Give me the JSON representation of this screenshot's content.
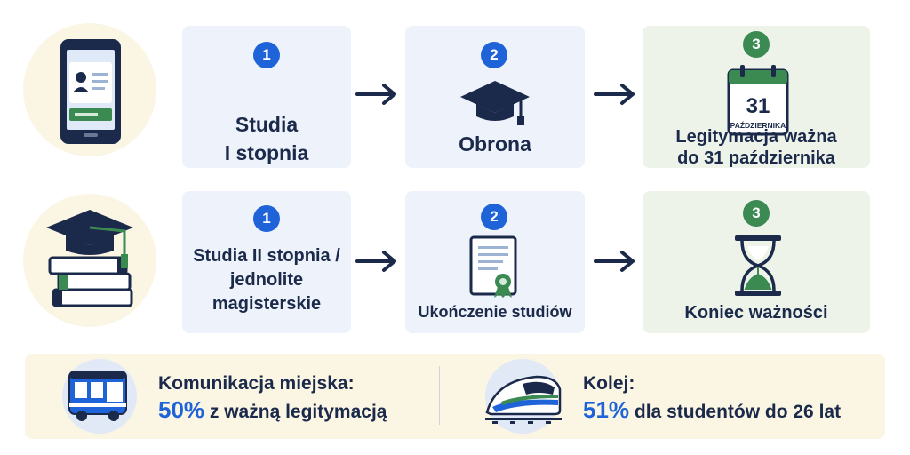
{
  "row1": {
    "step1": {
      "number": "1",
      "title_line1": "Studia",
      "title_line2": "I stopnia"
    },
    "step2": {
      "number": "2",
      "title": "Obrona"
    },
    "step3": {
      "number": "3",
      "title_line1": "Legitymacja ważna",
      "title_line2": "do 31 października",
      "calendar_day": "31",
      "calendar_month": "PAŹDZIERNIKA"
    }
  },
  "row2": {
    "step1": {
      "number": "1",
      "title_line1": "Studia II stopnia /",
      "title_line2": "jednolite",
      "title_line3": "magisterskie"
    },
    "step2": {
      "number": "2",
      "title": "Ukończenie studiów"
    },
    "step3": {
      "number": "3",
      "title": "Koniec ważności"
    }
  },
  "bottom": {
    "city": {
      "title": "Komunikacja miejska:",
      "percent": "50%",
      "text": "z ważną legitymacją"
    },
    "rail": {
      "title": "Kolej:",
      "percent": "51%",
      "text": "dla studentów do 26 lat"
    }
  },
  "colors": {
    "accent_blue": "#1f63d8",
    "accent_green": "#3a8a52",
    "navy": "#1b2a4a"
  },
  "icons": [
    "phone-id-icon",
    "graduation-cap-books-icon",
    "graduation-cap-icon",
    "calendar-icon",
    "diploma-icon",
    "hourglass-icon",
    "bus-icon",
    "train-icon",
    "arrow-right-icon"
  ]
}
